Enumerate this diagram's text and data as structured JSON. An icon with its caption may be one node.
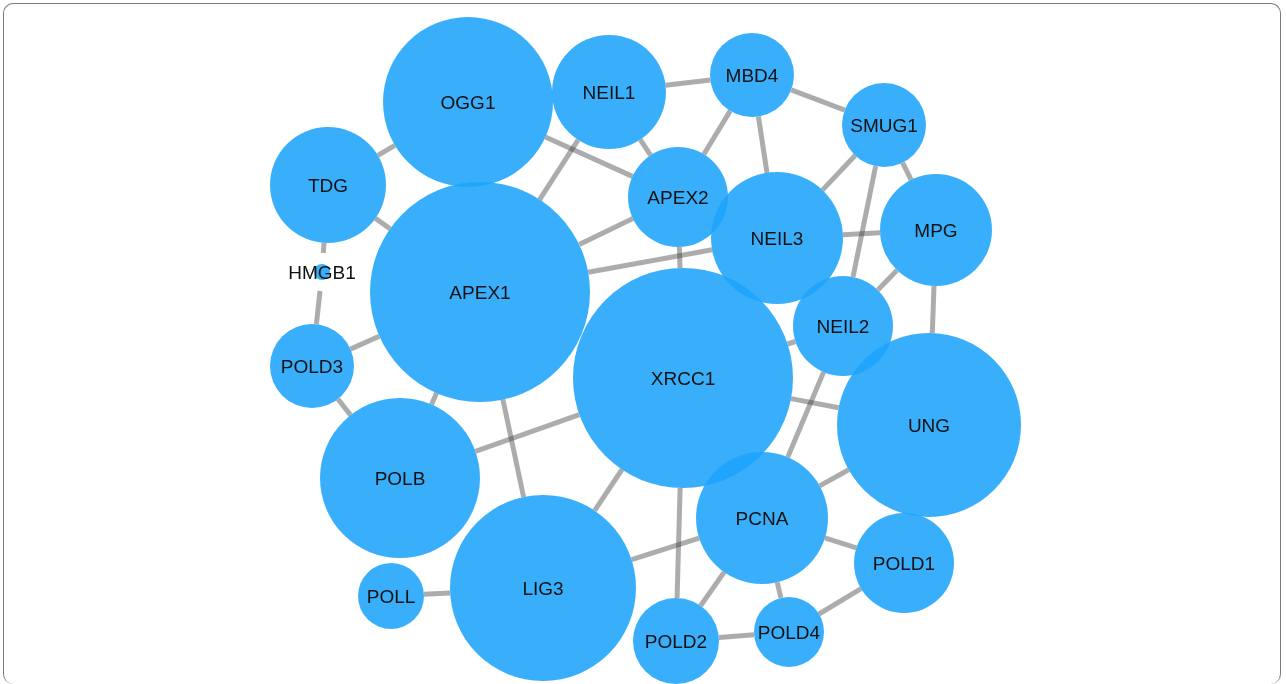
{
  "diagram": {
    "nodes": [
      {
        "text": [
          "OGG1"
        ]
      },
      {
        "text": [
          "NEIL1"
        ]
      },
      {
        "text": [
          "MBD4"
        ]
      },
      {
        "text": [
          "SMUG1"
        ]
      },
      {
        "text": [
          "TDG"
        ]
      },
      {
        "text": [
          "APEX2"
        ]
      },
      {
        "text": [
          "NEIL3"
        ]
      },
      {
        "text": [
          "MPG"
        ]
      },
      {
        "text": [
          "HMGB1"
        ]
      },
      {
        "text": [
          "APEX1"
        ]
      },
      {
        "text": [
          "NEIL2"
        ]
      },
      {
        "text": [
          "POLD3"
        ]
      },
      {
        "text": [
          "XRCC1"
        ]
      },
      {
        "text": [
          "UNG"
        ]
      },
      {
        "text": [
          "POLB"
        ]
      },
      {
        "text": [
          "PCNA"
        ]
      },
      {
        "text": [
          "POLD1"
        ]
      },
      {
        "text": [
          "POLL"
        ]
      },
      {
        "text": [
          "LIG3"
        ]
      },
      {
        "text": [
          "POLD2"
        ]
      },
      {
        "text": [
          "POLD4"
        ]
      }
    ],
    "edges": [
      {
        "from": 0,
        "to": 4,
        "arrow": "none"
      },
      {
        "from": 0,
        "to": 5,
        "arrow": "none"
      },
      {
        "from": 1,
        "to": 2,
        "arrow": "none"
      },
      {
        "from": 1,
        "to": 5,
        "arrow": "none"
      },
      {
        "from": 1,
        "to": 9,
        "arrow": "none"
      },
      {
        "from": 2,
        "to": 3,
        "arrow": "none"
      },
      {
        "from": 2,
        "to": 5,
        "arrow": "none"
      },
      {
        "from": 2,
        "to": 6,
        "arrow": "none"
      },
      {
        "from": 3,
        "to": 6,
        "arrow": "none"
      },
      {
        "from": 3,
        "to": 7,
        "arrow": "none"
      },
      {
        "from": 3,
        "to": 10,
        "arrow": "none"
      },
      {
        "from": 4,
        "to": 8,
        "arrow": "none"
      },
      {
        "from": 4,
        "to": 9,
        "arrow": "none"
      },
      {
        "from": 5,
        "to": 9,
        "arrow": "none"
      },
      {
        "from": 5,
        "to": 12,
        "arrow": "none"
      },
      {
        "from": 6,
        "to": 7,
        "arrow": "none"
      },
      {
        "from": 6,
        "to": 9,
        "arrow": "none"
      },
      {
        "from": 7,
        "to": 10,
        "arrow": "none"
      },
      {
        "from": 7,
        "to": 13,
        "arrow": "none"
      },
      {
        "from": 8,
        "to": 11,
        "arrow": "none"
      },
      {
        "from": 9,
        "to": 11,
        "arrow": "none"
      },
      {
        "from": 9,
        "to": 14,
        "arrow": "none"
      },
      {
        "from": 9,
        "to": 18,
        "arrow": "none"
      },
      {
        "from": 10,
        "to": 12,
        "arrow": "none"
      },
      {
        "from": 10,
        "to": 15,
        "arrow": "none"
      },
      {
        "from": 11,
        "to": 14,
        "arrow": "none"
      },
      {
        "from": 12,
        "to": 13,
        "arrow": "none"
      },
      {
        "from": 12,
        "to": 14,
        "arrow": "none"
      },
      {
        "from": 12,
        "to": 18,
        "arrow": "none"
      },
      {
        "from": 12,
        "to": 19,
        "arrow": "none"
      },
      {
        "from": 13,
        "to": 15,
        "arrow": "none"
      },
      {
        "from": 15,
        "to": 16,
        "arrow": "none"
      },
      {
        "from": 15,
        "to": 18,
        "arrow": "none"
      },
      {
        "from": 15,
        "to": 19,
        "arrow": "none"
      },
      {
        "from": 15,
        "to": 20,
        "arrow": "none"
      },
      {
        "from": 16,
        "to": 20,
        "arrow": "none"
      },
      {
        "from": 17,
        "to": 18,
        "arrow": "none"
      },
      {
        "from": 19,
        "to": 20,
        "arrow": "none"
      }
    ]
  }
}
